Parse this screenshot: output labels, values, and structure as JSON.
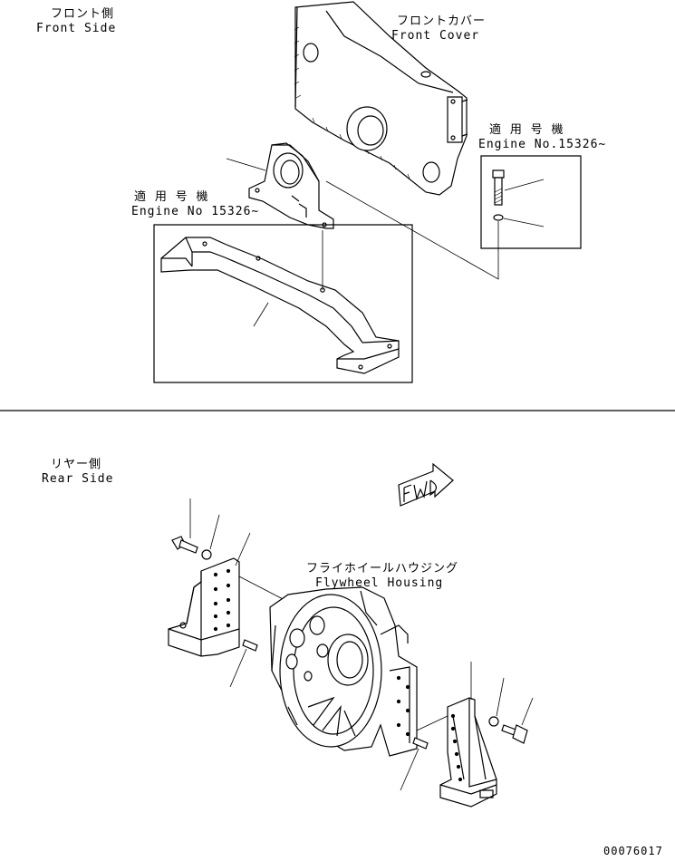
{
  "front": {
    "side_jp": "フロント側",
    "side_en": "Front Side",
    "cover_jp": "フロントカバー",
    "cover_en": "Front Cover",
    "applic_right_jp": "適 用 号 機",
    "applic_right_en": "Engine No.15326~",
    "applic_left_jp": "適 用 号 機",
    "applic_left_en": "Engine No 15326~"
  },
  "rear": {
    "side_jp": "リヤー側",
    "side_en": "Rear Side",
    "housing_jp": "フライホイールハウジング",
    "housing_en": "Flywheel Housing",
    "fwd": "FWD"
  },
  "drawing_number": "00076017"
}
